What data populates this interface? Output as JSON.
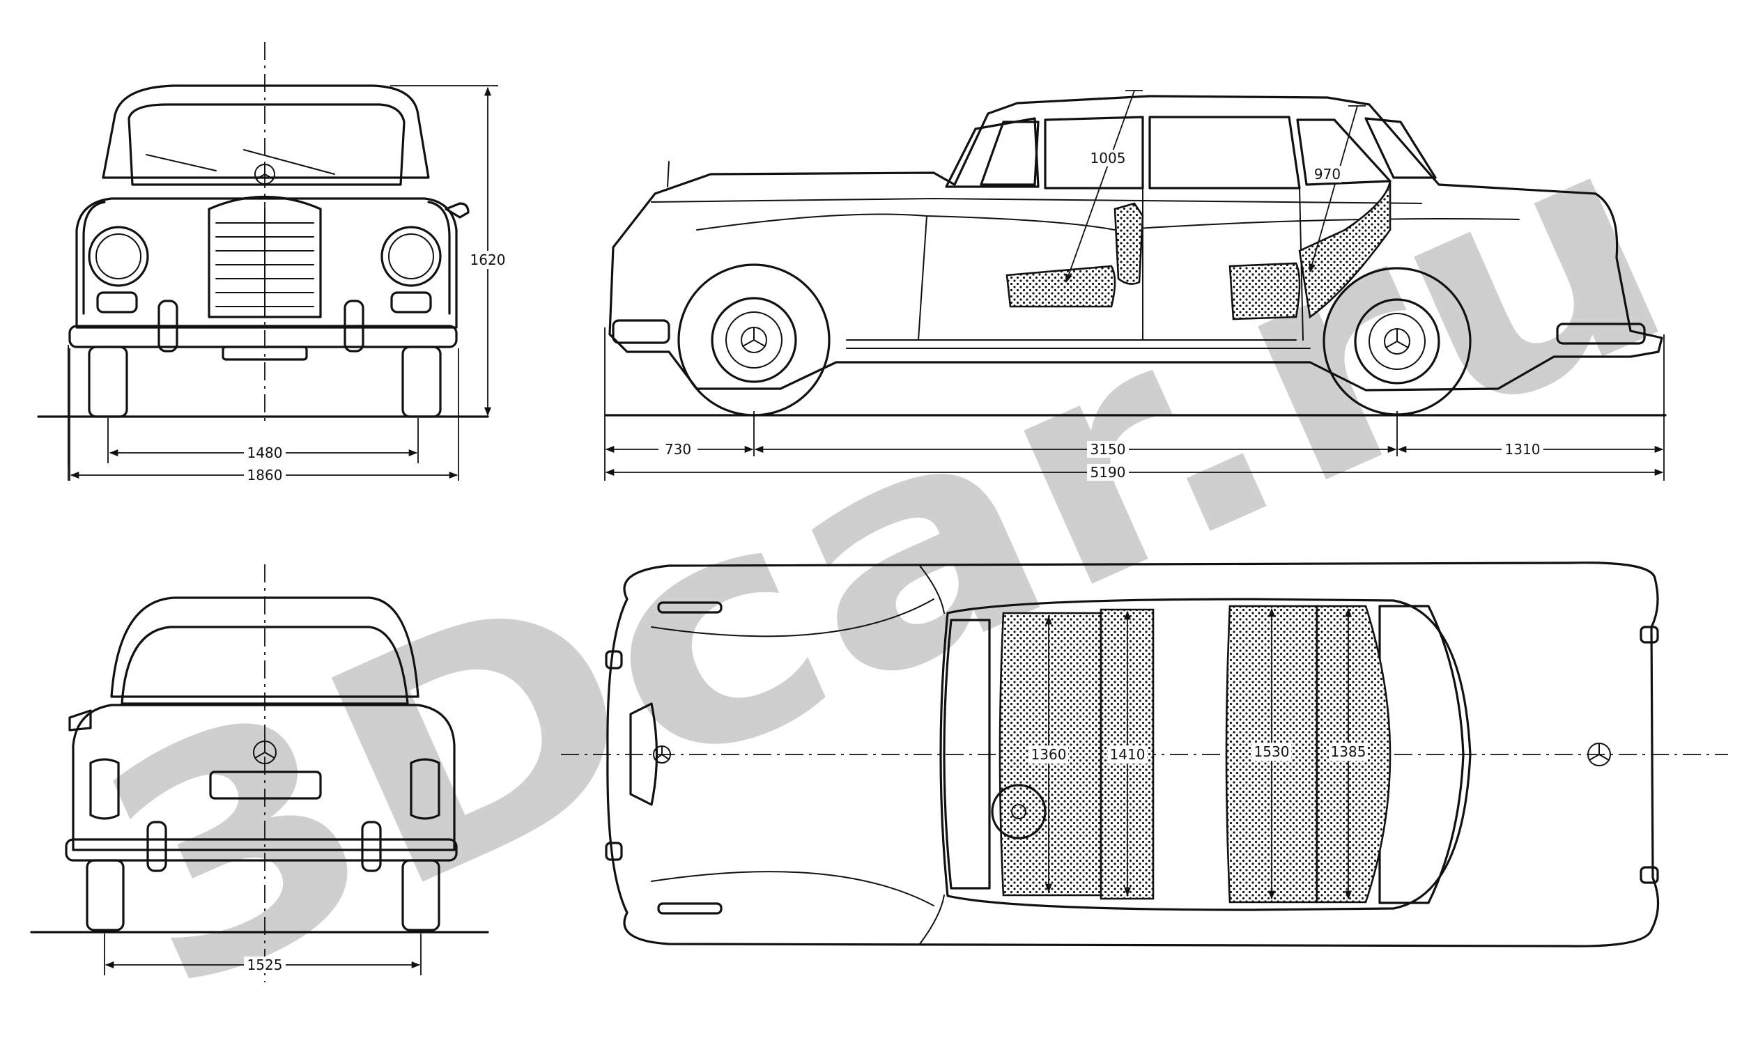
{
  "watermark": "3Dcar.ru",
  "dimensions": {
    "front_height": "1620",
    "front_track": "1480",
    "overall_width": "1860",
    "front_overhang": "730",
    "wheelbase": "3150",
    "rear_overhang": "1310",
    "overall_length": "5190",
    "front_headroom": "1005",
    "rear_headroom": "970",
    "rear_track": "1525",
    "front_shoulder_width": "1360",
    "front_seat_width": "1410",
    "rear_shoulder_width": "1530",
    "rear_seat_width": "1385"
  },
  "colors": {
    "ink": "#111111",
    "paper": "#ffffff",
    "watermark": "#a8a8a8"
  }
}
